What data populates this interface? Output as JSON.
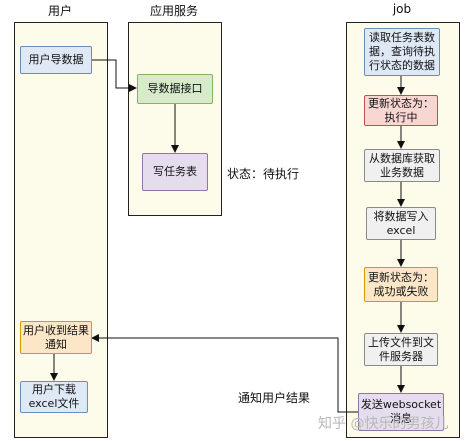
{
  "lanes": {
    "user": "用户",
    "app": "应用服务",
    "job": "job"
  },
  "user_lane": {
    "export": "用户导数据",
    "notify": "用户收到结果通知",
    "download": "用户下载excel文件"
  },
  "app_lane": {
    "api": "导数据接口",
    "write_task": "写任务表"
  },
  "job_lane": {
    "read_task": "读取任务表数据，查询待执行状态的数据",
    "status_running": "更新状态为：执行中",
    "fetch": "从数据库获取业务数据",
    "write_excel": "将数据写入excel",
    "status_done": "更新状态为：成功或失败",
    "upload": "上传文件到文件服务器",
    "send_msg": "发送websocket消息"
  },
  "labels": {
    "status_pending": "状态：待执行",
    "notify_user": "通知用户结果"
  },
  "watermark": "知乎 @快乐的男孩儿",
  "colors": {
    "blue": "#6c8ebf",
    "green": "#82b366",
    "purple": "#9673a6",
    "red": "#b85450",
    "gray": "#8a8a8a",
    "orange": "#d79b00",
    "lane_fill": "#fdfbe9"
  }
}
